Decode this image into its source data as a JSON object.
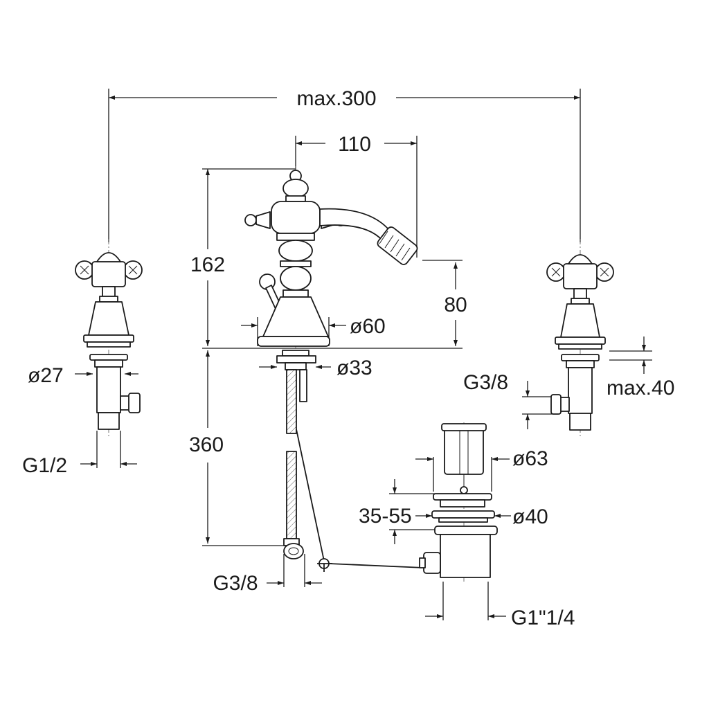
{
  "dimensions": {
    "overall_width": "max.300",
    "spout_reach": "110",
    "height": "162",
    "spout_height": "80",
    "base_diameter": "ø60",
    "shank_diameter": "ø33",
    "hose_length": "360",
    "hose_thread": "G3/8",
    "valve_diameter": "ø27",
    "valve_thread": "G1/2",
    "valve_outlet_thread": "G3/8",
    "deck_thickness": "max.40",
    "waste_flange_diameter": "ø63",
    "waste_body_diameter": "ø40",
    "waste_deck_range": "35-55",
    "waste_thread": "G1\"1/4"
  }
}
